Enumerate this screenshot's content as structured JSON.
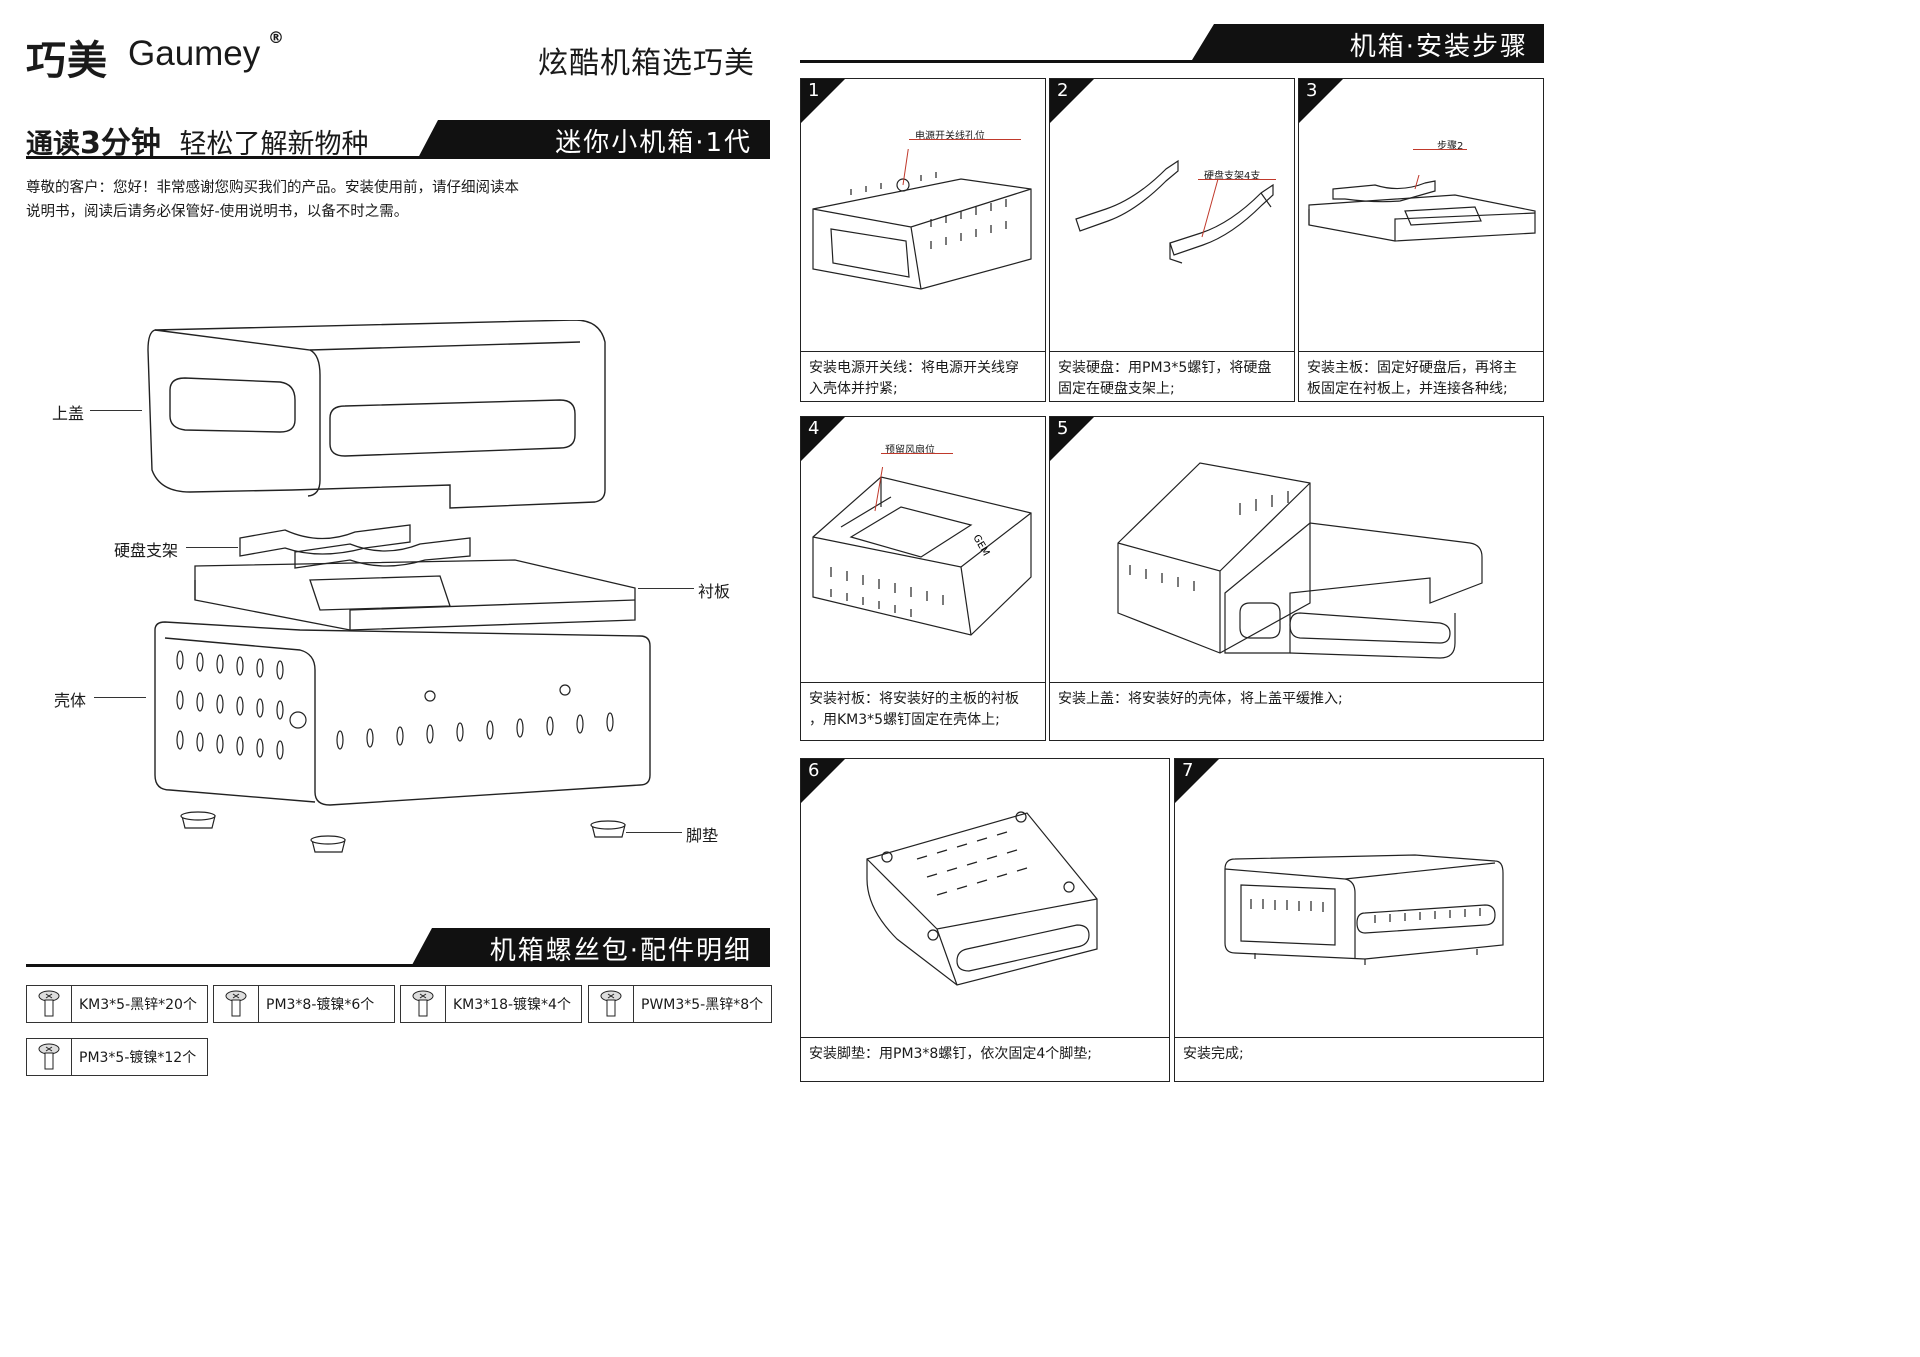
{
  "brand": {
    "name_cn": "巧美",
    "name_en": "Gaumey",
    "registered_mark": "®",
    "slogan": "炫酷机箱选巧美"
  },
  "intro": {
    "heading_prefix": "通读",
    "heading_number": "3分钟",
    "heading_suffix": "轻松了解新物种",
    "band_title": "迷你小机箱·1代",
    "notice_line1": "尊敬的客户：您好！非常感谢您购买我们的产品。安装使用前，请仔细阅读本",
    "notice_line2": "说明书，阅读后请务必保管好-使用说明书，以备不时之需。"
  },
  "exploded_view": {
    "top_cover": "上盖",
    "hdd_bracket": "硬盘支架",
    "backplate": "衬板",
    "shell": "壳体",
    "feet": "脚垫"
  },
  "parts": {
    "band_title": "机箱螺丝包·配件明细",
    "items": [
      {
        "label": "KM3*5-黑锌*20个"
      },
      {
        "label": "PM3*8-镀镍*6个"
      },
      {
        "label": "KM3*18-镀镍*4个"
      },
      {
        "label": "PWM3*5-黑锌*8个"
      },
      {
        "label": "PM3*5-镀镍*12个"
      }
    ]
  },
  "steps": {
    "band_title": "机箱·安装步骤",
    "items": [
      {
        "num": "1",
        "callout": "电源开关线孔位",
        "caption_line1": "安装电源开关线：将电源开关线穿",
        "caption_line2": "入壳体并拧紧;"
      },
      {
        "num": "2",
        "callout": "硬盘支架4支",
        "caption_line1": "安装硬盘：用PM3*5螺钉，将硬盘",
        "caption_line2": "固定在硬盘支架上;"
      },
      {
        "num": "3",
        "callout": "步骤2",
        "caption_line1": "安装主板：固定好硬盘后，再将主",
        "caption_line2": "板固定在衬板上，并连接各种线;"
      },
      {
        "num": "4",
        "callout": "预留风扇位",
        "caption_line1": "安装衬板：将安装好的主板的衬板",
        "caption_line2": "，用KM3*5螺钉固定在壳体上;"
      },
      {
        "num": "5",
        "callout": "",
        "caption_line1": "安装上盖：将安装好的壳体，将上盖平缓推入;",
        "caption_line2": ""
      },
      {
        "num": "6",
        "callout": "",
        "caption_line1": "安装脚垫：用PM3*8螺钉，依次固定4个脚垫;",
        "caption_line2": ""
      },
      {
        "num": "7",
        "callout": "",
        "caption_line1": "安装完成;",
        "caption_line2": ""
      }
    ]
  },
  "icons": [
    "screw-icon",
    "case-shell-drawing",
    "top-cover-drawing",
    "hdd-bracket-drawing",
    "foot-pad-drawing"
  ]
}
